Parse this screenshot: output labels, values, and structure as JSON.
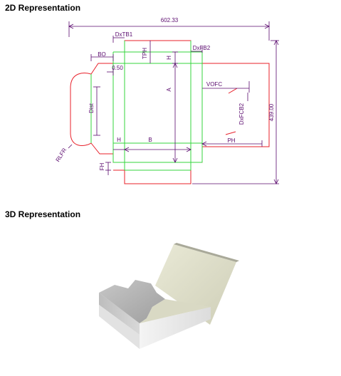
{
  "headings": {
    "two_d": "2D Representation",
    "three_d": "3D Representation"
  },
  "dimensions": {
    "overall_width": "602.33",
    "overall_height": "439.00",
    "dxtb1": "DxTB1",
    "dxfb2": "DxFB2",
    "bo": "BO",
    "half": "0.50",
    "tph": "TPH",
    "h_top": "H",
    "a": "A",
    "vofc": "VOFC",
    "dxfcb2": "DxFCB2",
    "dist": "Dist",
    "h_bottom": "H",
    "b": "B",
    "ph": "PH",
    "rlfr": "RLFR",
    "fh": "FH"
  },
  "colors": {
    "cut_line": "#e8202a",
    "crease_line": "#34d63c",
    "dimension_line": "#5a0a6e"
  }
}
